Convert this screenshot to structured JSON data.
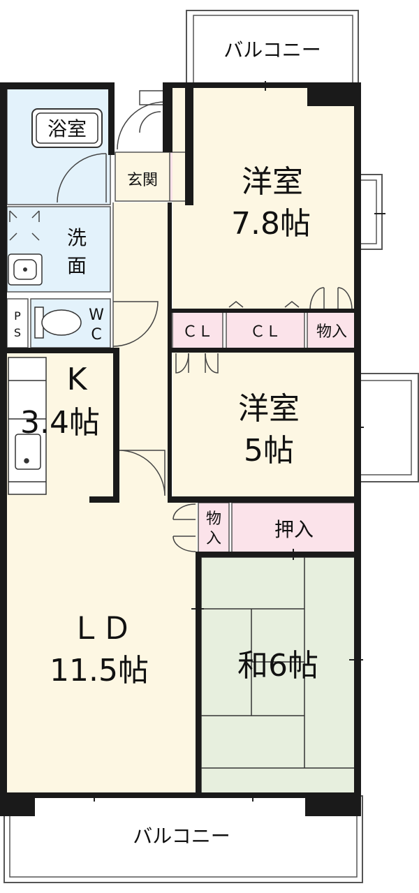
{
  "colors": {
    "wall": "#1a1a1a",
    "floor": "#fdf7e3",
    "wet_area": "#e3f2fb",
    "storage": "#fbe3ea",
    "tatami": "#e7efde",
    "line": "#555555",
    "balcony": "#ffffff"
  },
  "balcony_top": {
    "label": "バルコニー"
  },
  "balcony_bottom": {
    "label": "バルコニー"
  },
  "bathroom": {
    "label": "浴室"
  },
  "washroom": {
    "label_line1": "洗",
    "label_line2": "面"
  },
  "ps": {
    "label_line1": "P",
    "label_line2": "S"
  },
  "wc": {
    "label_line1": "W",
    "label_line2": "C"
  },
  "entrance": {
    "label": "玄関"
  },
  "bedroom1": {
    "name": "洋室",
    "size": "7.8帖"
  },
  "closet1": {
    "label": "ＣＬ"
  },
  "closet2": {
    "label": "ＣＬ"
  },
  "storage1": {
    "label": "物入"
  },
  "bedroom2": {
    "name": "洋室",
    "size": "5帖"
  },
  "kitchen": {
    "name": "K",
    "size": "3.4帖"
  },
  "storage2": {
    "label_line1": "物",
    "label_line2": "入"
  },
  "closet3": {
    "label": "押入"
  },
  "living": {
    "name": "ＬＤ",
    "size": "11.5帖"
  },
  "tatami_room": {
    "label": "和6帖"
  }
}
